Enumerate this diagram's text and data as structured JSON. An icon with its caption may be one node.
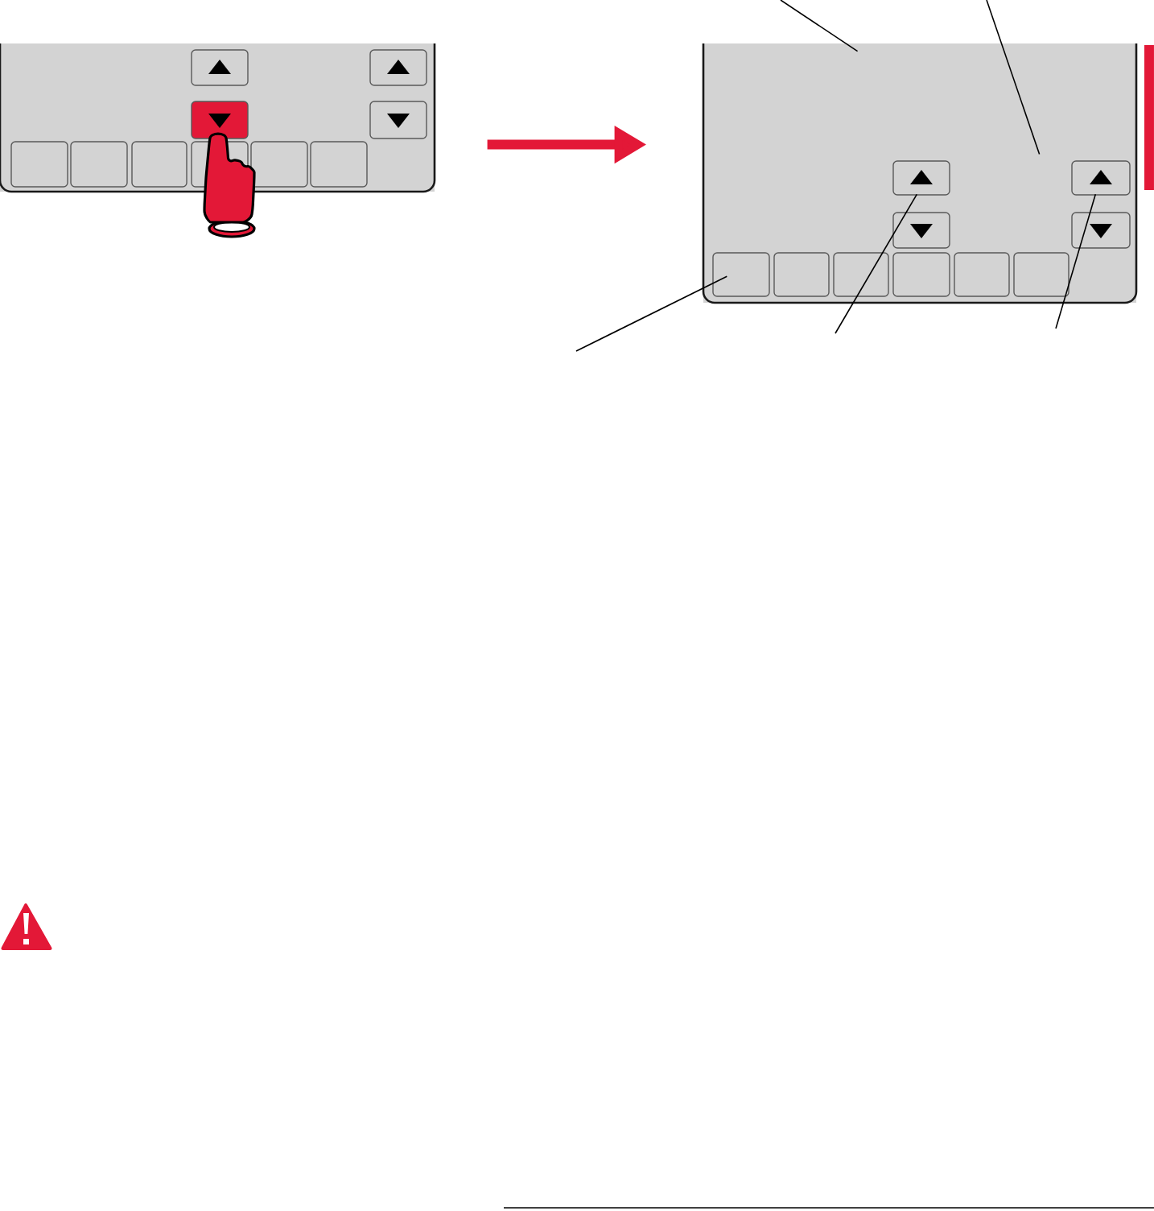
{
  "diagram": {
    "nodes": [
      {
        "text": [],
        "shape": "box"
      },
      {
        "text": [],
        "shape": "box"
      },
      {
        "text": [],
        "shape": "box",
        "in": 1
      },
      {
        "text": [],
        "shape": "box",
        "in": 1
      },
      {
        "text": [],
        "shape": "box",
        "in": 1
      },
      {
        "text": [],
        "shape": "box",
        "in": 1
      },
      {
        "text": [],
        "shape": "box",
        "in": 1
      }
    ],
    "edges": [
      {
        "from": 0,
        "to": 1,
        "arrow": "to",
        "style": "thick",
        "color": "#e31837"
      },
      {
        "from": null,
        "to": 1,
        "arrow": "none"
      },
      {
        "from": null,
        "to": 1,
        "arrow": "none"
      },
      {
        "from": null,
        "to": 2,
        "arrow": "none"
      },
      {
        "from": null,
        "to": 3,
        "arrow": "none"
      },
      {
        "from": null,
        "to": 4,
        "arrow": "none"
      }
    ]
  }
}
